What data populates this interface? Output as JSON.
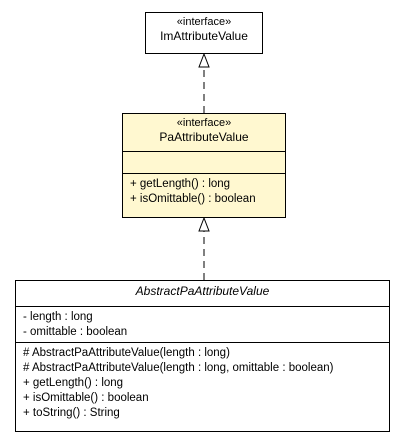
{
  "diagram": {
    "classes": [
      {
        "id": "im-attribute-value",
        "stereotype": "«interface»",
        "name": "ImAttributeValue",
        "attributes": [],
        "operations": [],
        "fill": "#ffffff"
      },
      {
        "id": "pa-attribute-value",
        "stereotype": "«interface»",
        "name": "PaAttributeValue",
        "attributes": [],
        "operations": [
          "+ getLength() : long",
          "+ isOmittable() : boolean"
        ],
        "fill": "#fff8d0"
      },
      {
        "id": "abstract-pa-attribute-value",
        "stereotype": "",
        "name": "AbstractPaAttributeValue",
        "abstract": true,
        "attributes": [
          "- length : long",
          "- omittable : boolean"
        ],
        "operations": [
          "# AbstractPaAttributeValue(length : long)",
          "# AbstractPaAttributeValue(length : long, omittable : boolean)",
          "+ getLength() : long",
          "+ isOmittable() : boolean",
          "+ toString() : String"
        ],
        "fill": "#ffffff"
      }
    ],
    "relationships": [
      {
        "type": "realization",
        "from": "pa-attribute-value",
        "to": "im-attribute-value"
      },
      {
        "type": "realization",
        "from": "abstract-pa-attribute-value",
        "to": "pa-attribute-value"
      }
    ],
    "colors": {
      "line": "#000000",
      "highlight_fill": "#fff8d0",
      "default_fill": "#ffffff"
    }
  }
}
